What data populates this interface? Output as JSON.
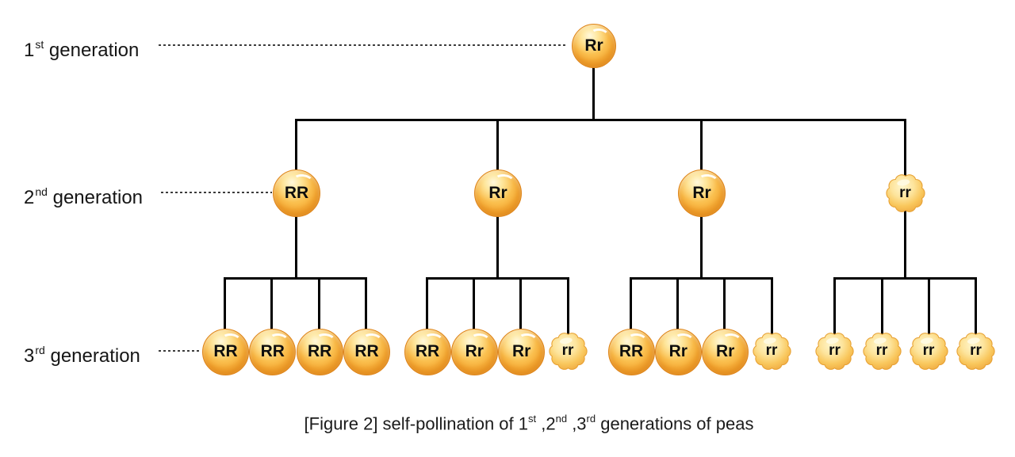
{
  "generation_labels": {
    "gen1": {
      "num": "1",
      "sup": "st",
      "rest": " generation"
    },
    "gen2": {
      "num": "2",
      "sup": "nd",
      "rest": " generation"
    },
    "gen3": {
      "num": "3",
      "sup": "rd",
      "rest": " generation"
    }
  },
  "tree": {
    "gen1": "Rr",
    "gen2": [
      "RR",
      "Rr",
      "Rr",
      "rr"
    ],
    "gen3": [
      [
        "RR",
        "RR",
        "RR",
        "RR"
      ],
      [
        "RR",
        "Rr",
        "Rr",
        "rr"
      ],
      [
        "RR",
        "Rr",
        "Rr",
        "rr"
      ],
      [
        "rr",
        "rr",
        "rr",
        "rr"
      ]
    ],
    "shape_by_genotype": {
      "RR": "smooth-round",
      "Rr": "smooth-round",
      "rr": "wrinkled"
    }
  },
  "caption": {
    "part1": "[Figure 2] self-pollination of 1",
    "sup1": "st",
    "part2": " ,2",
    "sup2": "nd",
    "part3": " ,3",
    "sup3": "rd",
    "part4": "  generations of peas"
  },
  "colors": {
    "pea_orange": "#f3a02c",
    "pea_highlight": "#fff3c8",
    "wrinkled_yellow": "#f9c75c",
    "wrinkled_outline": "#e7a134",
    "tree_line": "#000000",
    "label_text": "#161616"
  }
}
